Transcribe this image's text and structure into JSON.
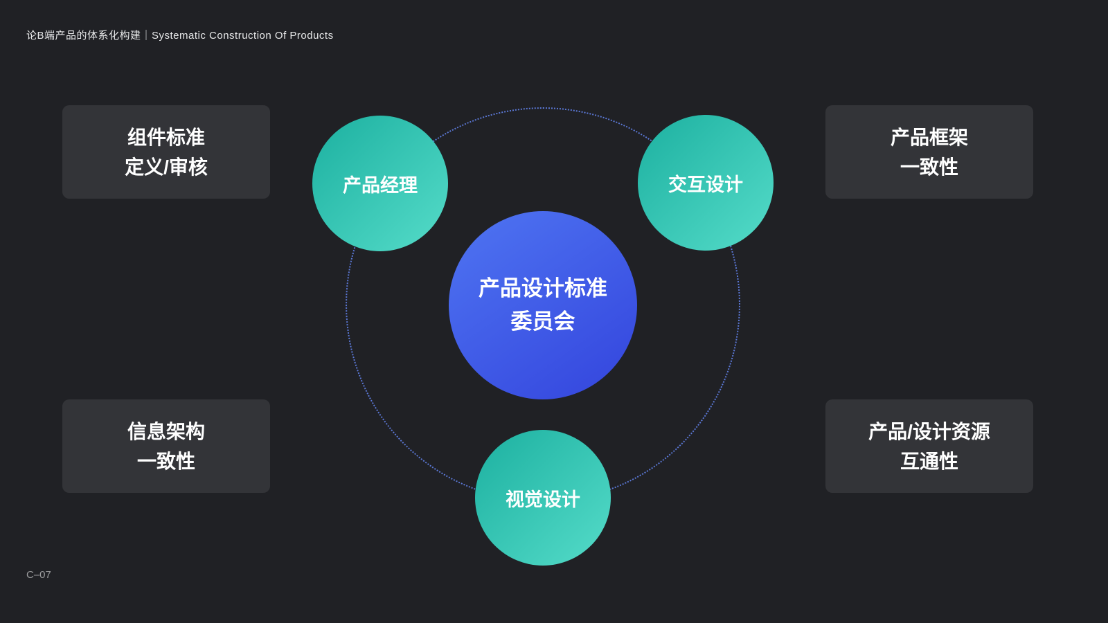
{
  "header": {
    "title": "论B端产品的体系化构建｜Systematic Construction Of Products"
  },
  "footer": {
    "page_label": "C–07"
  },
  "diagram": {
    "center": {
      "line1": "产品设计标准",
      "line2": "委员会"
    },
    "satellites": [
      {
        "label": "产品经理"
      },
      {
        "label": "交互设计"
      },
      {
        "label": "视觉设计"
      }
    ],
    "cards": [
      {
        "line1": "组件标准",
        "line2": "定义/审核"
      },
      {
        "line1": "产品框架",
        "line2": "一致性"
      },
      {
        "line1": "信息架构",
        "line2": "一致性"
      },
      {
        "line1": "产品/设计资源",
        "line2": "互通性"
      }
    ],
    "colors": {
      "background": "#202125",
      "card_background": "#333438",
      "ring_dotted": "#5b78d6",
      "center_gradient_start": "#4f75f2",
      "center_gradient_end": "#3344dd",
      "satellite_gradient_start": "#1cb0a0",
      "satellite_gradient_end": "#55dcc9",
      "text": "#ffffff",
      "muted_text": "#9b9c9e"
    }
  }
}
